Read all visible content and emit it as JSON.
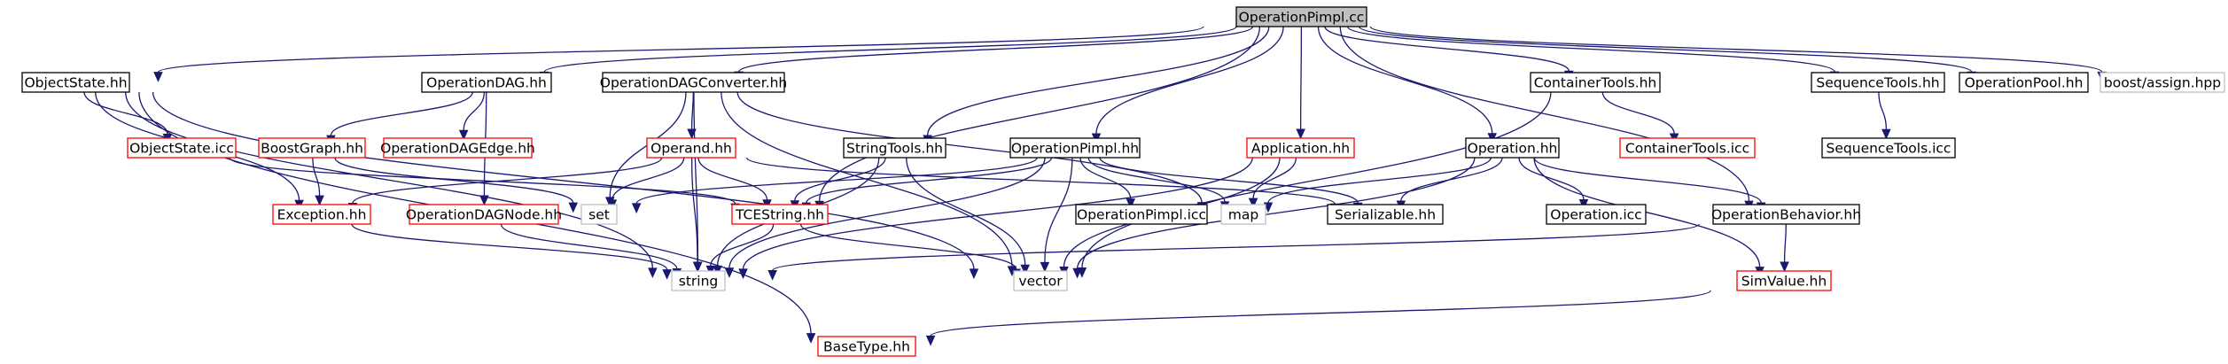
{
  "nodes": [
    {
      "id": "root",
      "label": "OperationPimpl.cc",
      "style": "root"
    },
    {
      "id": "objectstate_hh",
      "label": "ObjectState.hh",
      "style": "normal"
    },
    {
      "id": "operationdag_hh",
      "label": "OperationDAG.hh",
      "style": "normal"
    },
    {
      "id": "operationdagconverter_hh",
      "label": "OperationDAGConverter.hh",
      "style": "normal"
    },
    {
      "id": "containertools_hh",
      "label": "ContainerTools.hh",
      "style": "normal"
    },
    {
      "id": "sequencetools_hh",
      "label": "SequenceTools.hh",
      "style": "normal"
    },
    {
      "id": "operationpool_hh",
      "label": "OperationPool.hh",
      "style": "normal"
    },
    {
      "id": "boost_assign",
      "label": "boost/assign.hpp",
      "style": "external"
    },
    {
      "id": "objectstate_icc",
      "label": "ObjectState.icc",
      "style": "missing"
    },
    {
      "id": "boostgraph_hh",
      "label": "BoostGraph.hh",
      "style": "missing"
    },
    {
      "id": "operationdagedge_hh",
      "label": "OperationDAGEdge.hh",
      "style": "missing"
    },
    {
      "id": "operand_hh",
      "label": "Operand.hh",
      "style": "missing"
    },
    {
      "id": "stringtools_hh",
      "label": "StringTools.hh",
      "style": "normal"
    },
    {
      "id": "operationpimpl_hh",
      "label": "OperationPimpl.hh",
      "style": "normal"
    },
    {
      "id": "application_hh",
      "label": "Application.hh",
      "style": "missing"
    },
    {
      "id": "operation_hh",
      "label": "Operation.hh",
      "style": "normal"
    },
    {
      "id": "containertools_icc",
      "label": "ContainerTools.icc",
      "style": "missing"
    },
    {
      "id": "sequencetools_icc",
      "label": "SequenceTools.icc",
      "style": "normal"
    },
    {
      "id": "exception_hh",
      "label": "Exception.hh",
      "style": "missing"
    },
    {
      "id": "operationdagnode_hh",
      "label": "OperationDAGNode.hh",
      "style": "missing"
    },
    {
      "id": "set",
      "label": "set",
      "style": "external"
    },
    {
      "id": "tcestring_hh",
      "label": "TCEString.hh",
      "style": "missing"
    },
    {
      "id": "operationpimpl_icc",
      "label": "OperationPimpl.icc",
      "style": "normal"
    },
    {
      "id": "map",
      "label": "map",
      "style": "external"
    },
    {
      "id": "serializable_hh",
      "label": "Serializable.hh",
      "style": "normal"
    },
    {
      "id": "operation_icc",
      "label": "Operation.icc",
      "style": "normal"
    },
    {
      "id": "operationbehavior_hh",
      "label": "OperationBehavior.hh",
      "style": "normal"
    },
    {
      "id": "string",
      "label": "string",
      "style": "external"
    },
    {
      "id": "vector",
      "label": "vector",
      "style": "external"
    },
    {
      "id": "simvalue_hh",
      "label": "SimValue.hh",
      "style": "missing"
    },
    {
      "id": "basetype_hh",
      "label": "BaseType.hh",
      "style": "missing"
    }
  ],
  "edges": [
    [
      "root",
      "objectstate_hh"
    ],
    [
      "root",
      "operationdag_hh"
    ],
    [
      "root",
      "operationdagconverter_hh"
    ],
    [
      "root",
      "tcestring_hh"
    ],
    [
      "root",
      "stringtools_hh"
    ],
    [
      "root",
      "operationpimpl_hh"
    ],
    [
      "root",
      "application_hh"
    ],
    [
      "root",
      "operation_hh"
    ],
    [
      "root",
      "containertools_hh"
    ],
    [
      "root",
      "operationbehavior_hh"
    ],
    [
      "root",
      "sequencetools_hh"
    ],
    [
      "root",
      "operationpool_hh"
    ],
    [
      "root",
      "boost_assign"
    ],
    [
      "objectstate_hh",
      "objectstate_icc"
    ],
    [
      "objectstate_hh",
      "exception_hh"
    ],
    [
      "objectstate_hh",
      "string"
    ],
    [
      "objectstate_hh",
      "vector"
    ],
    [
      "objectstate_hh",
      "basetype_hh"
    ],
    [
      "objectstate_icc",
      "tcestring_hh"
    ],
    [
      "operationdag_hh",
      "boostgraph_hh"
    ],
    [
      "operationdag_hh",
      "operationdagedge_hh"
    ],
    [
      "operationdag_hh",
      "operationdagnode_hh"
    ],
    [
      "boostgraph_hh",
      "exception_hh"
    ],
    [
      "boostgraph_hh",
      "set"
    ],
    [
      "operationdagconverter_hh",
      "operand_hh"
    ],
    [
      "operationdagconverter_hh",
      "set"
    ],
    [
      "operationdagconverter_hh",
      "string"
    ],
    [
      "operationdagconverter_hh",
      "map"
    ],
    [
      "operationdagconverter_hh",
      "vector"
    ],
    [
      "operand_hh",
      "exception_hh"
    ],
    [
      "operand_hh",
      "set"
    ],
    [
      "operand_hh",
      "tcestring_hh"
    ],
    [
      "operand_hh",
      "string"
    ],
    [
      "operand_hh",
      "serializable_hh"
    ],
    [
      "stringtools_hh",
      "tcestring_hh"
    ],
    [
      "stringtools_hh",
      "string"
    ],
    [
      "stringtools_hh",
      "vector"
    ],
    [
      "operationpimpl_hh",
      "set"
    ],
    [
      "operationpimpl_hh",
      "tcestring_hh"
    ],
    [
      "operationpimpl_hh",
      "string"
    ],
    [
      "operationpimpl_hh",
      "vector"
    ],
    [
      "operationpimpl_hh",
      "map"
    ],
    [
      "operationpimpl_hh",
      "operationpimpl_icc"
    ],
    [
      "operationpimpl_hh",
      "serializable_hh"
    ],
    [
      "application_hh",
      "map"
    ],
    [
      "application_hh",
      "string"
    ],
    [
      "application_hh",
      "vector"
    ],
    [
      "operation_hh",
      "map"
    ],
    [
      "operation_hh",
      "serializable_hh"
    ],
    [
      "operation_hh",
      "operation_icc"
    ],
    [
      "operation_hh",
      "operationbehavior_hh"
    ],
    [
      "operation_hh",
      "vector"
    ],
    [
      "operation_hh",
      "simvalue_hh"
    ],
    [
      "containertools_hh",
      "containertools_icc"
    ],
    [
      "containertools_hh",
      "vector"
    ],
    [
      "sequencetools_hh",
      "sequencetools_icc"
    ],
    [
      "exception_hh",
      "string"
    ],
    [
      "operationdagnode_hh",
      "string"
    ],
    [
      "tcestring_hh",
      "string"
    ],
    [
      "tcestring_hh",
      "vector"
    ],
    [
      "operationbehavior_hh",
      "simvalue_hh"
    ],
    [
      "operationbehavior_hh",
      "string"
    ],
    [
      "simvalue_hh",
      "basetype_hh"
    ]
  ]
}
